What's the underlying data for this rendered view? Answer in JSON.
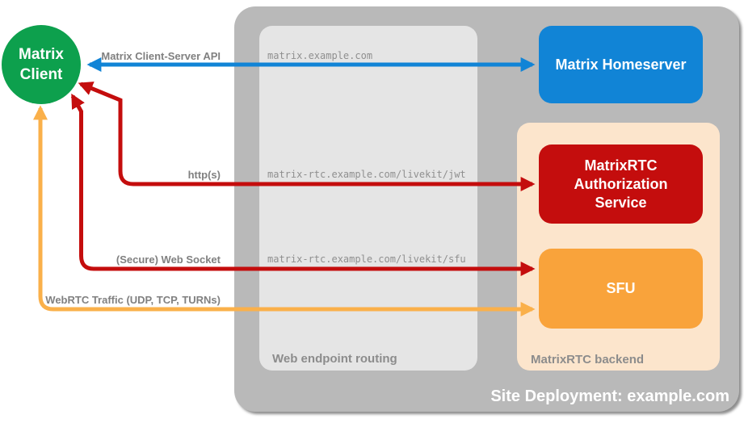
{
  "colors": {
    "page-bg": "#ffffff",
    "outer-gray": "#b9b9b9",
    "inner-gray": "#e5e5e5",
    "peach": "#fce5cc",
    "green": "#0da04d",
    "blue": "#1184d6",
    "red": "#c40d0d",
    "orange-box": "#f9a33b",
    "orange-arrow": "#fab04a",
    "label-gray": "#808080",
    "area-label-gray": "#8c8c8c",
    "url-gray": "#8f8f8f",
    "white": "#ffffff"
  },
  "client": {
    "line1": "Matrix",
    "line2": "Client"
  },
  "nodes": {
    "homeserver": {
      "label": "Matrix Homeserver",
      "color": "#1184d6"
    },
    "auth_service": {
      "label": "MatrixRTC Authorization Service",
      "color": "#c40d0d"
    },
    "sfu": {
      "label": "SFU",
      "color": "#f9a33b"
    }
  },
  "areas": {
    "routing": {
      "label": "Web endpoint routing"
    },
    "backend": {
      "label": "MatrixRTC backend"
    },
    "deployment": {
      "label": "Site Deployment: example.com"
    }
  },
  "connections": {
    "client_server_api": {
      "label": "Matrix Client-Server API",
      "endpoint": "matrix.example.com",
      "color": "#1184d6",
      "bidirectional": true
    },
    "https": {
      "label": "http(s)",
      "endpoint": "matrix-rtc.example.com/livekit/jwt",
      "color": "#c40d0d",
      "bidirectional": true
    },
    "websocket": {
      "label": "(Secure) Web Socket",
      "endpoint": "matrix-rtc.example.com/livekit/sfu",
      "color": "#c40d0d",
      "bidirectional": true
    },
    "webrtc": {
      "label": "WebRTC Traffic (UDP, TCP, TURNs)",
      "color": "#fab04a",
      "bidirectional": true
    }
  }
}
